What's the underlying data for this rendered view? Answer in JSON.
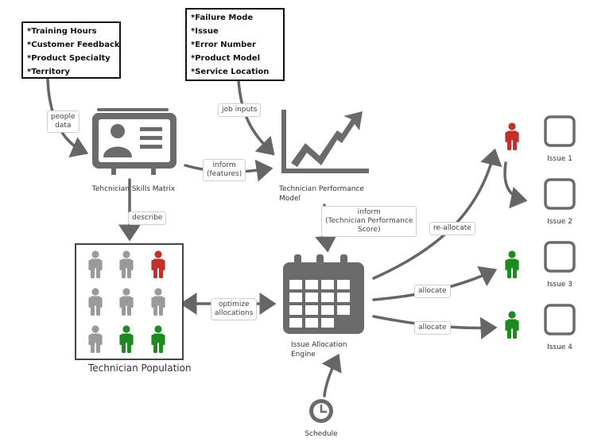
{
  "people_data_box": {
    "items": [
      "*Training Hours",
      "*Customer Feedback",
      "*Product Specialty",
      "*Territory"
    ]
  },
  "job_inputs_box": {
    "items": [
      "*Failure Mode",
      "*Issue",
      "*Error Number",
      "*Product Model",
      "*Service Location"
    ]
  },
  "edges": {
    "people_data": [
      "people",
      "data"
    ],
    "job_inputs": "job inputs",
    "inform_features": [
      "inform",
      "(features)"
    ],
    "describe": "describe",
    "inform_score": [
      "inform",
      "(Technician Performance",
      "Score)"
    ],
    "optimize_allocations": [
      "optimize",
      "allocations"
    ],
    "re_allocate": "re-allocate",
    "allocate_3": "allocate",
    "allocate_4": "allocate"
  },
  "nodes": {
    "skills_matrix": "Tehcnician Skills Matrix",
    "performance_model": [
      "Technician Performance",
      "Model"
    ],
    "population": "Technician Population",
    "allocation_engine": [
      "Issue Allocation",
      "Engine"
    ],
    "schedule": "Schedule"
  },
  "issues": [
    "Issue 1",
    "Issue 2",
    "Issue 3",
    "Issue 4"
  ],
  "population_grid": [
    [
      "gray",
      "gray",
      "red"
    ],
    [
      "gray",
      "gray",
      "gray"
    ],
    [
      "gray",
      "green",
      "green"
    ]
  ],
  "colors": {
    "icon_gray": "#6b6b6b",
    "person_gray": "#9a9a9a",
    "person_red": "#c0312b",
    "person_green": "#1f8a1f",
    "arrow": "#666666"
  }
}
